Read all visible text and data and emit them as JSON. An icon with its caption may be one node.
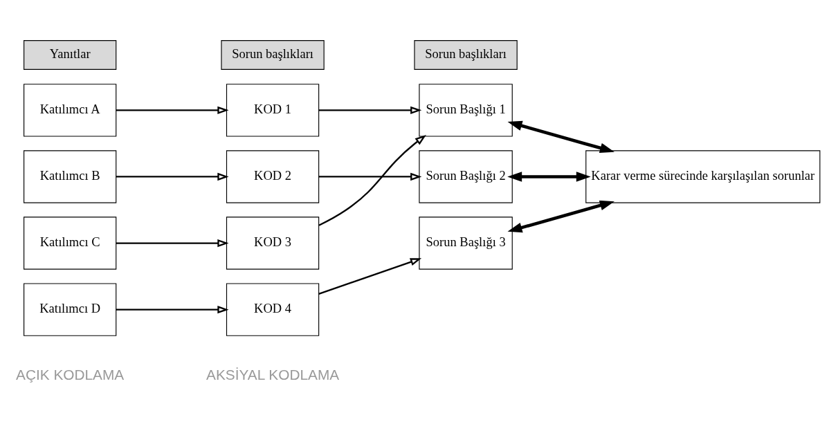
{
  "diagram": {
    "nodes": [
      {
        "text": [
          "Yanıtlar"
        ]
      },
      {
        "text": [
          "Katılımcı A"
        ]
      },
      {
        "text": [
          "Katılımcı B"
        ]
      },
      {
        "text": [
          "Katılımcı C"
        ]
      },
      {
        "text": [
          "Katılımcı D"
        ]
      },
      {
        "text": [
          "Sorun başlıkları"
        ]
      },
      {
        "text": [
          "KOD 1"
        ]
      },
      {
        "text": [
          "KOD 2"
        ]
      },
      {
        "text": [
          "KOD 3"
        ]
      },
      {
        "text": [
          "KOD 4"
        ]
      },
      {
        "text": [
          "Sorun başlıkları"
        ]
      },
      {
        "text": [
          "Sorun Başlığı 1"
        ]
      },
      {
        "text": [
          "Sorun Başlığı 2"
        ]
      },
      {
        "text": [
          "Sorun Başlığı 3"
        ]
      },
      {
        "text": [
          "Karar verme sürecinde karşılaşılan sorunlar"
        ]
      }
    ],
    "edges": [
      {
        "from": 1,
        "to": 6,
        "arrow": "to"
      },
      {
        "from": 2,
        "to": 7,
        "arrow": "to"
      },
      {
        "from": 3,
        "to": 8,
        "arrow": "to"
      },
      {
        "from": 4,
        "to": 9,
        "arrow": "to"
      },
      {
        "from": 6,
        "to": 11,
        "arrow": "to"
      },
      {
        "from": 7,
        "to": 12,
        "arrow": "to"
      },
      {
        "from": 8,
        "to": 11,
        "arrow": "to"
      },
      {
        "from": 9,
        "to": 13,
        "arrow": "to"
      },
      {
        "from": 11,
        "to": 14,
        "arrow": "both",
        "style": "thick"
      },
      {
        "from": 12,
        "to": 14,
        "arrow": "both",
        "style": "thick"
      },
      {
        "from": 13,
        "to": 14,
        "arrow": "both",
        "style": "thick"
      }
    ],
    "labels": [
      "AÇIK KODLAMA",
      "AKSİYAL KODLAMA"
    ]
  }
}
